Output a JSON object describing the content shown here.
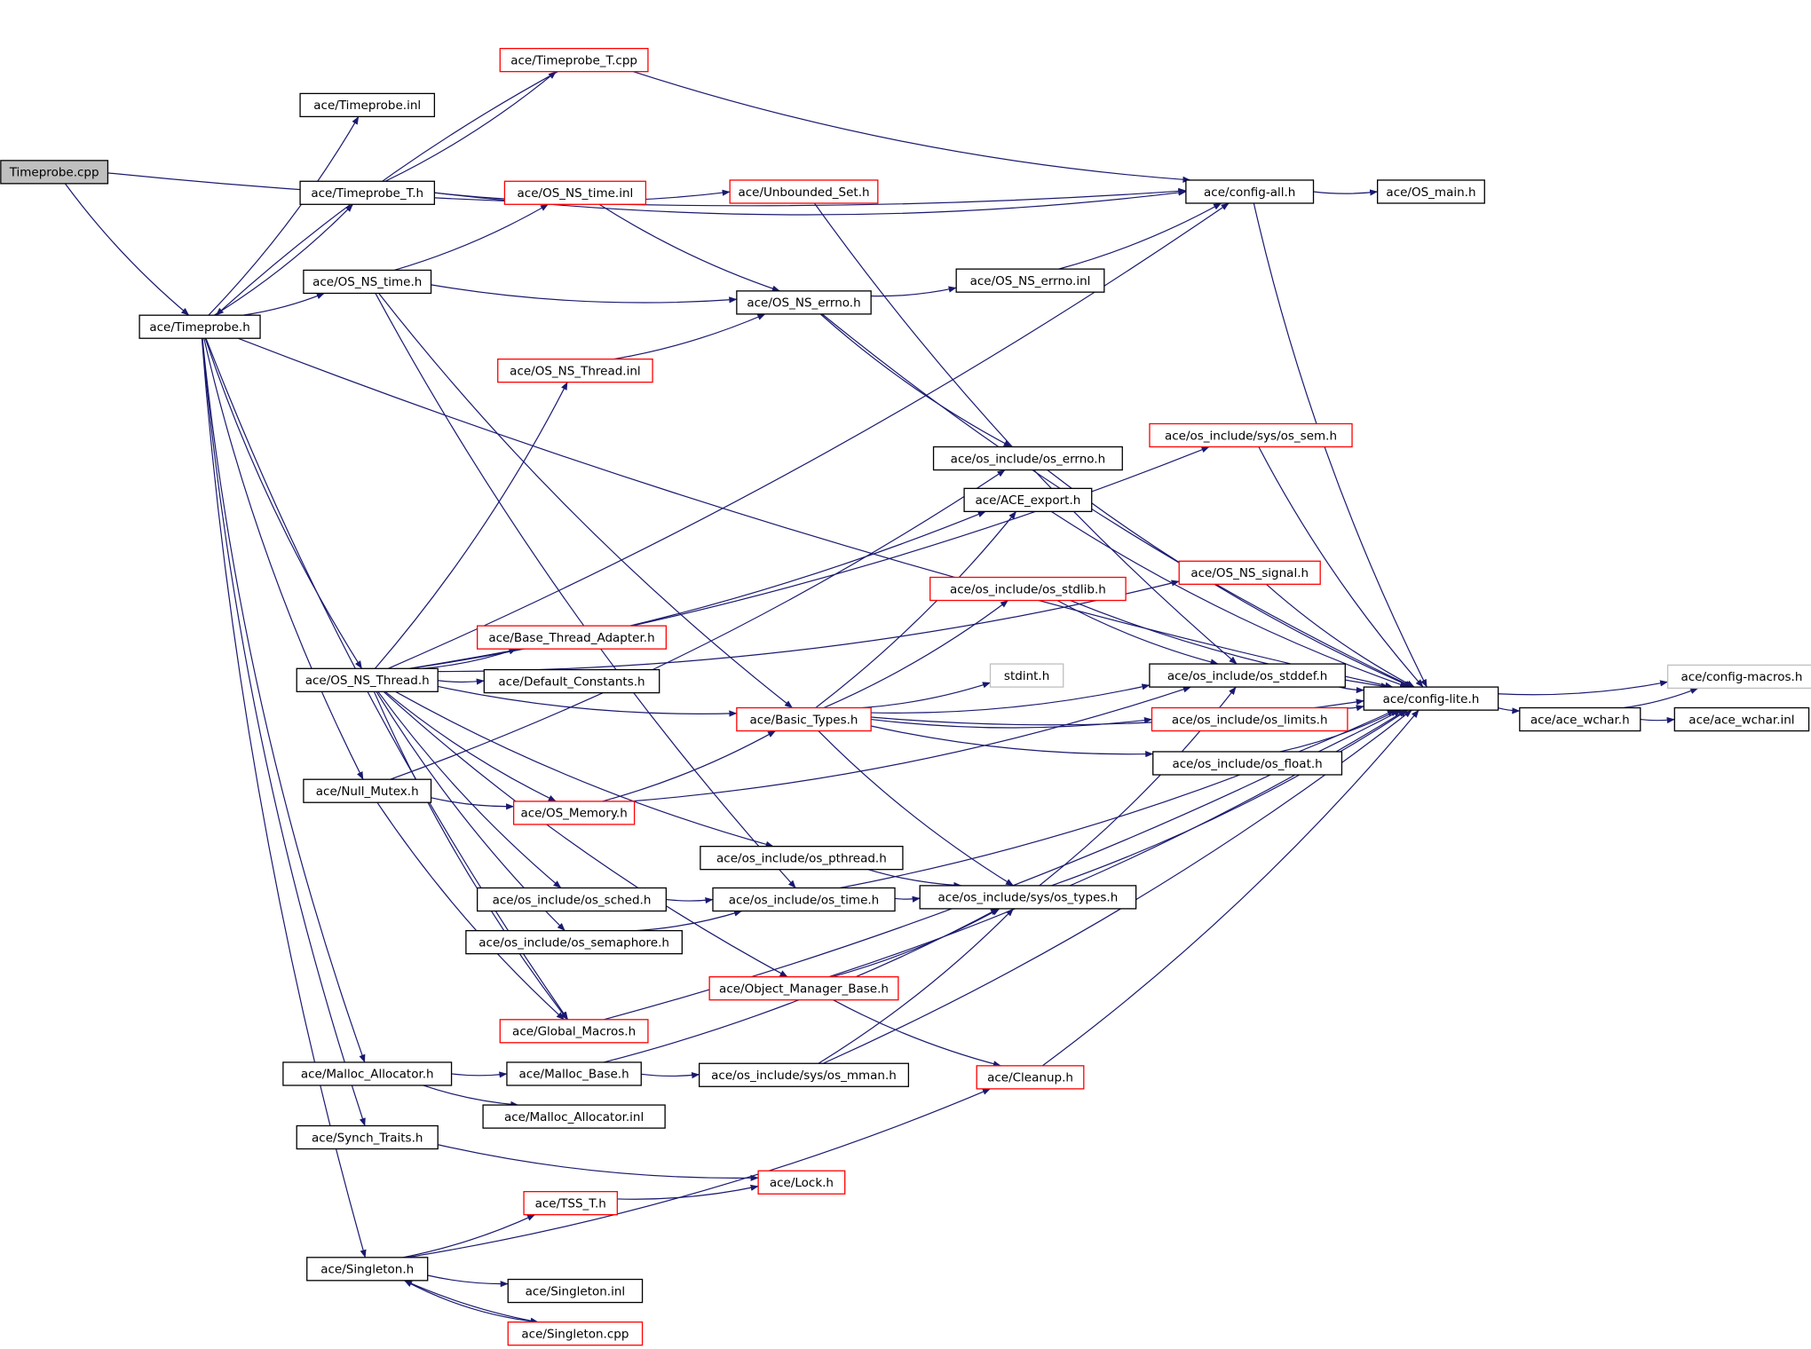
{
  "title": "",
  "colors": {
    "edge": "#191970",
    "border_default": "#000000",
    "border_truncated": "#ff0000",
    "border_external": "#bfbfbf",
    "fill_root": "#bfbfbf",
    "fill_default": "#ffffff",
    "text": "#000000"
  },
  "nodes": [
    {
      "id": "n0",
      "label": "Timeprobe.cpp",
      "kind": "root"
    },
    {
      "id": "n1",
      "label": "ace/Timeprobe.h",
      "kind": "normal"
    },
    {
      "id": "n2",
      "label": "ace/Timeprobe_T.cpp",
      "kind": "truncated"
    },
    {
      "id": "n3",
      "label": "ace/Timeprobe.inl",
      "kind": "normal"
    },
    {
      "id": "n4",
      "label": "ace/Timeprobe_T.h",
      "kind": "normal"
    },
    {
      "id": "n5",
      "label": "ace/OS_NS_time.inl",
      "kind": "truncated"
    },
    {
      "id": "n6",
      "label": "ace/Unbounded_Set.h",
      "kind": "truncated"
    },
    {
      "id": "n7",
      "label": "ace/config-all.h",
      "kind": "normal"
    },
    {
      "id": "n8",
      "label": "ace/OS_main.h",
      "kind": "normal"
    },
    {
      "id": "n9",
      "label": "ace/OS_NS_time.h",
      "kind": "normal"
    },
    {
      "id": "n10",
      "label": "ace/OS_NS_errno.inl",
      "kind": "normal"
    },
    {
      "id": "n11",
      "label": "ace/OS_NS_errno.h",
      "kind": "normal"
    },
    {
      "id": "n12",
      "label": "ace/OS_NS_Thread.inl",
      "kind": "truncated"
    },
    {
      "id": "n13",
      "label": "ace/os_include/sys/os_sem.h",
      "kind": "truncated"
    },
    {
      "id": "n14",
      "label": "ace/os_include/os_errno.h",
      "kind": "normal"
    },
    {
      "id": "n15",
      "label": "ace/ACE_export.h",
      "kind": "normal"
    },
    {
      "id": "n16",
      "label": "ace/OS_NS_signal.h",
      "kind": "truncated"
    },
    {
      "id": "n17",
      "label": "ace/os_include/os_stdlib.h",
      "kind": "truncated"
    },
    {
      "id": "n18",
      "label": "ace/Base_Thread_Adapter.h",
      "kind": "truncated"
    },
    {
      "id": "n19",
      "label": "ace/Default_Constants.h",
      "kind": "normal"
    },
    {
      "id": "n20",
      "label": "ace/OS_NS_Thread.h",
      "kind": "normal"
    },
    {
      "id": "n21",
      "label": "stdint.h",
      "kind": "external"
    },
    {
      "id": "n22",
      "label": "ace/os_include/os_stddef.h",
      "kind": "normal"
    },
    {
      "id": "n23",
      "label": "ace/config-lite.h",
      "kind": "normal"
    },
    {
      "id": "n24",
      "label": "ace/config-macros.h",
      "kind": "external"
    },
    {
      "id": "n25",
      "label": "ace/Basic_Types.h",
      "kind": "truncated"
    },
    {
      "id": "n26",
      "label": "ace/os_include/os_limits.h",
      "kind": "truncated"
    },
    {
      "id": "n27",
      "label": "ace/ace_wchar.h",
      "kind": "normal"
    },
    {
      "id": "n28",
      "label": "ace/ace_wchar.inl",
      "kind": "normal"
    },
    {
      "id": "n29",
      "label": "ace/os_include/os_float.h",
      "kind": "normal"
    },
    {
      "id": "n30",
      "label": "ace/Null_Mutex.h",
      "kind": "normal"
    },
    {
      "id": "n31",
      "label": "ace/OS_Memory.h",
      "kind": "truncated"
    },
    {
      "id": "n32",
      "label": "ace/os_include/os_pthread.h",
      "kind": "normal"
    },
    {
      "id": "n33",
      "label": "ace/os_include/os_sched.h",
      "kind": "normal"
    },
    {
      "id": "n34",
      "label": "ace/os_include/os_time.h",
      "kind": "normal"
    },
    {
      "id": "n35",
      "label": "ace/os_include/sys/os_types.h",
      "kind": "normal"
    },
    {
      "id": "n36",
      "label": "ace/os_include/os_semaphore.h",
      "kind": "normal"
    },
    {
      "id": "n37",
      "label": "ace/Object_Manager_Base.h",
      "kind": "truncated"
    },
    {
      "id": "n38",
      "label": "ace/Global_Macros.h",
      "kind": "truncated"
    },
    {
      "id": "n39",
      "label": "ace/Malloc_Allocator.h",
      "kind": "normal"
    },
    {
      "id": "n40",
      "label": "ace/Malloc_Base.h",
      "kind": "normal"
    },
    {
      "id": "n41",
      "label": "ace/os_include/sys/os_mman.h",
      "kind": "normal"
    },
    {
      "id": "n42",
      "label": "ace/Cleanup.h",
      "kind": "truncated"
    },
    {
      "id": "n43",
      "label": "ace/Malloc_Allocator.inl",
      "kind": "normal"
    },
    {
      "id": "n44",
      "label": "ace/Synch_Traits.h",
      "kind": "normal"
    },
    {
      "id": "n45",
      "label": "ace/Lock.h",
      "kind": "truncated"
    },
    {
      "id": "n46",
      "label": "ace/TSS_T.h",
      "kind": "truncated"
    },
    {
      "id": "n47",
      "label": "ace/Singleton.h",
      "kind": "normal"
    },
    {
      "id": "n48",
      "label": "ace/Singleton.inl",
      "kind": "normal"
    },
    {
      "id": "n49",
      "label": "ace/Singleton.cpp",
      "kind": "truncated"
    }
  ],
  "edges": [
    [
      "n0",
      "n1"
    ],
    [
      "n0",
      "n7"
    ],
    [
      "n1",
      "n3"
    ],
    [
      "n1",
      "n4"
    ],
    [
      "n1",
      "n9"
    ],
    [
      "n1",
      "n20"
    ],
    [
      "n1",
      "n30"
    ],
    [
      "n1",
      "n38"
    ],
    [
      "n1",
      "n39"
    ],
    [
      "n1",
      "n44"
    ],
    [
      "n1",
      "n47"
    ],
    [
      "n1",
      "n23"
    ],
    [
      "n2",
      "n1"
    ],
    [
      "n2",
      "n7"
    ],
    [
      "n4",
      "n2"
    ],
    [
      "n4",
      "n6"
    ],
    [
      "n4",
      "n7"
    ],
    [
      "n6",
      "n22"
    ],
    [
      "n7",
      "n8"
    ],
    [
      "n7",
      "n23"
    ],
    [
      "n9",
      "n5"
    ],
    [
      "n9",
      "n11"
    ],
    [
      "n9",
      "n25"
    ],
    [
      "n9",
      "n34"
    ],
    [
      "n5",
      "n11"
    ],
    [
      "n10",
      "n7"
    ],
    [
      "n11",
      "n10"
    ],
    [
      "n11",
      "n14"
    ],
    [
      "n11",
      "n23"
    ],
    [
      "n12",
      "n11"
    ],
    [
      "n13",
      "n23"
    ],
    [
      "n14",
      "n23"
    ],
    [
      "n15",
      "n23"
    ],
    [
      "n16",
      "n23"
    ],
    [
      "n17",
      "n22"
    ],
    [
      "n17",
      "n23"
    ],
    [
      "n20",
      "n7"
    ],
    [
      "n20",
      "n12"
    ],
    [
      "n20",
      "n13"
    ],
    [
      "n20",
      "n15"
    ],
    [
      "n20",
      "n16"
    ],
    [
      "n20",
      "n18"
    ],
    [
      "n20",
      "n19"
    ],
    [
      "n20",
      "n25"
    ],
    [
      "n20",
      "n31"
    ],
    [
      "n20",
      "n32"
    ],
    [
      "n20",
      "n33"
    ],
    [
      "n20",
      "n36"
    ],
    [
      "n20",
      "n37"
    ],
    [
      "n20",
      "n38"
    ],
    [
      "n22",
      "n23"
    ],
    [
      "n23",
      "n24"
    ],
    [
      "n23",
      "n27"
    ],
    [
      "n25",
      "n15"
    ],
    [
      "n25",
      "n17"
    ],
    [
      "n25",
      "n21"
    ],
    [
      "n25",
      "n22"
    ],
    [
      "n25",
      "n26"
    ],
    [
      "n25",
      "n29"
    ],
    [
      "n25",
      "n35"
    ],
    [
      "n25",
      "n23"
    ],
    [
      "n26",
      "n23"
    ],
    [
      "n27",
      "n28"
    ],
    [
      "n27",
      "n24"
    ],
    [
      "n29",
      "n23"
    ],
    [
      "n30",
      "n14"
    ],
    [
      "n30",
      "n31"
    ],
    [
      "n30",
      "n38"
    ],
    [
      "n31",
      "n25"
    ],
    [
      "n31",
      "n22"
    ],
    [
      "n32",
      "n35"
    ],
    [
      "n33",
      "n34"
    ],
    [
      "n34",
      "n35"
    ],
    [
      "n34",
      "n23"
    ],
    [
      "n35",
      "n22"
    ],
    [
      "n35",
      "n23"
    ],
    [
      "n36",
      "n34"
    ],
    [
      "n37",
      "n35"
    ],
    [
      "n37",
      "n42"
    ],
    [
      "n37",
      "n23"
    ],
    [
      "n38",
      "n23"
    ],
    [
      "n39",
      "n40"
    ],
    [
      "n39",
      "n43"
    ],
    [
      "n40",
      "n41"
    ],
    [
      "n40",
      "n35"
    ],
    [
      "n41",
      "n35"
    ],
    [
      "n41",
      "n23"
    ],
    [
      "n42",
      "n23"
    ],
    [
      "n44",
      "n45"
    ],
    [
      "n46",
      "n45"
    ],
    [
      "n47",
      "n46"
    ],
    [
      "n47",
      "n48"
    ],
    [
      "n47",
      "n49"
    ],
    [
      "n47",
      "n42"
    ],
    [
      "n49",
      "n47"
    ]
  ]
}
